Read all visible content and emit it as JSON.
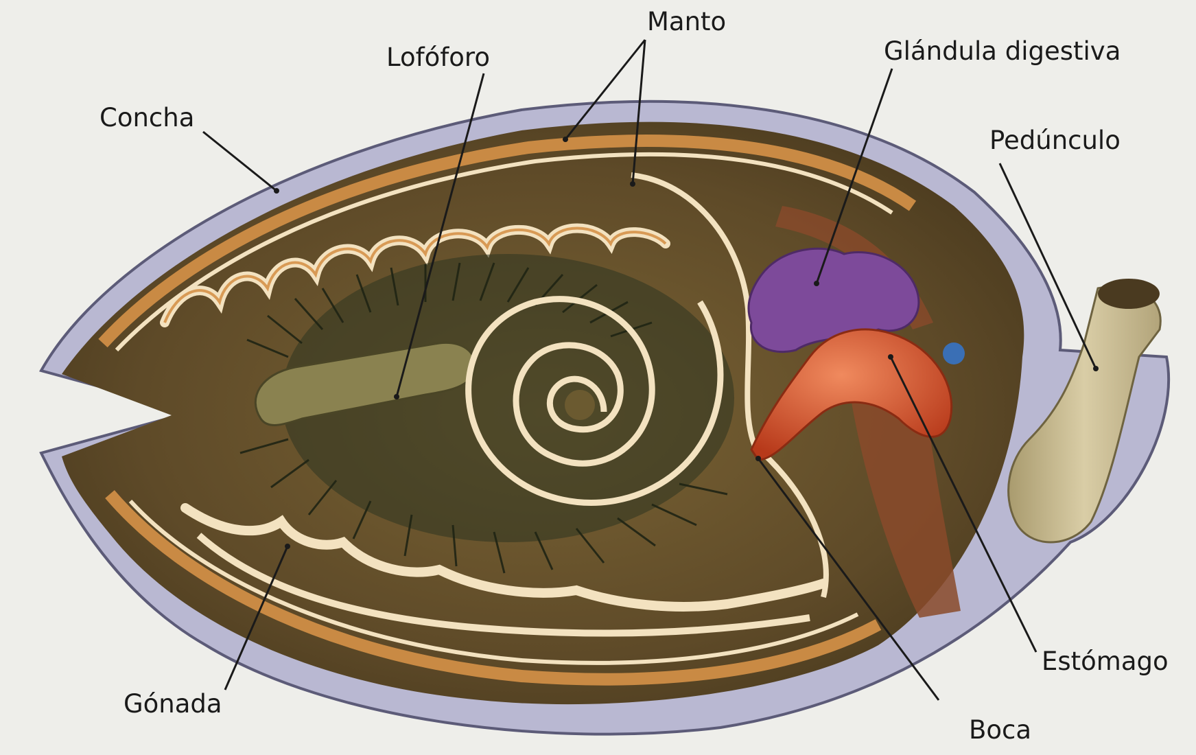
{
  "labels": {
    "concha": "Concha",
    "lofoforo": "Lofóforo",
    "manto": "Manto",
    "glandula_digestiva": "Glándula digestiva",
    "peduncul": "Pedúnculo",
    "gonada": "Gónada",
    "estomago": "Estómago",
    "boca": "Boca"
  },
  "colors": {
    "background": "#eeeeea",
    "shell": "#b9b8d2",
    "body": "#6a5630",
    "mantle": "#f3e2c0",
    "gland": "#7d4a9a",
    "stomach": "#d8512a",
    "peduncle": "#c7b98f",
    "lophophore": "#2e3520"
  }
}
